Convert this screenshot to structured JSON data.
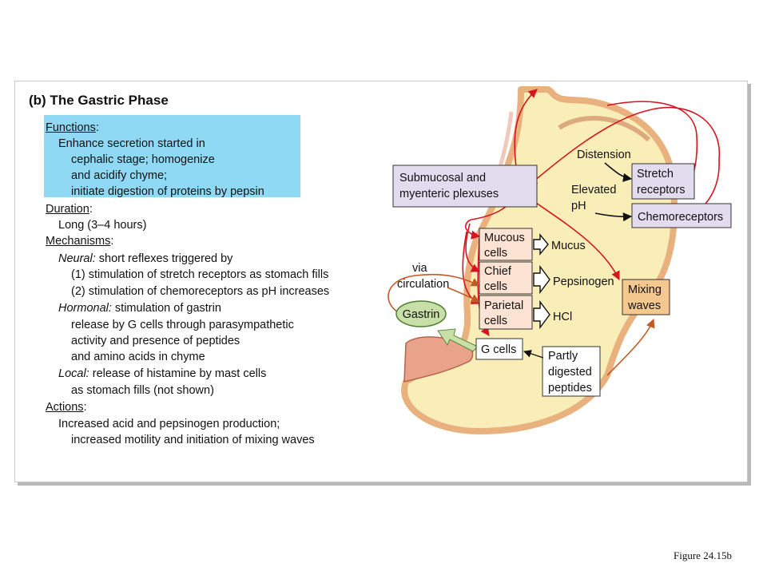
{
  "panel": {
    "title": "(b) The Gastric Phase",
    "functions": {
      "heading": "Functions",
      "lines": [
        "Enhance secretion started in",
        "cephalic stage; homogenize",
        "and acidify chyme;",
        "initiate digestion of proteins by pepsin"
      ]
    },
    "duration": {
      "heading": "Duration",
      "lines": [
        "Long (3–4 hours)"
      ]
    },
    "mechanisms": {
      "heading": "Mechanisms",
      "neural_label": "Neural:",
      "neural_text": "short reflexes triggered by",
      "neural_lines": [
        "(1) stimulation of stretch receptors as stomach fills",
        "(2) stimulation of chemoreceptors as pH increases"
      ],
      "hormonal_label": "Hormonal:",
      "hormonal_text": "stimulation of gastrin",
      "hormonal_lines": [
        "release by G cells through parasympathetic",
        "activity and presence of peptides",
        "and amino acids in chyme"
      ],
      "local_label": "Local:",
      "local_text": "release of histamine by mast cells",
      "local_lines": [
        "as stomach fills (not shown)"
      ]
    },
    "actions": {
      "heading": "Actions",
      "lines": [
        "Increased acid and pepsinogen production;",
        "increased motility and initiation of mixing waves"
      ]
    }
  },
  "diagram": {
    "distension": "Distension",
    "stretch_receptors": [
      "Stretch",
      "receptors"
    ],
    "elevated_ph": [
      "Elevated",
      "pH"
    ],
    "chemoreceptors": "Chemoreceptors",
    "plexuses": [
      "Submucosal and",
      "myenteric plexuses"
    ],
    "mucous_cells": [
      "Mucous",
      "cells"
    ],
    "chief_cells": [
      "Chief",
      "cells"
    ],
    "parietal_cells": [
      "Parietal",
      "cells"
    ],
    "mucus": "Mucus",
    "pepsinogen": "Pepsinogen",
    "hcl": "HCl",
    "mixing_waves": [
      "Mixing",
      "waves"
    ],
    "via_circulation": [
      "via",
      "circulation"
    ],
    "gastrin": "Gastrin",
    "g_cells": "G cells",
    "partly_digested_peptides": [
      "Partly",
      "digested",
      "peptides"
    ],
    "colors": {
      "highlight": "#8fd9f5",
      "stomach_fill": "#f9edb8",
      "stomach_wall": "#e9b17e",
      "purple_box": "#e3dcef",
      "pink_box": "#fde3d3",
      "mixing_box": "#f4c88e",
      "gastrin_oval": "#c8dfa8",
      "nerve_red": "#d8141f",
      "hormone_orange": "#c35a26"
    }
  },
  "figure_label": "Figure 24.15b"
}
